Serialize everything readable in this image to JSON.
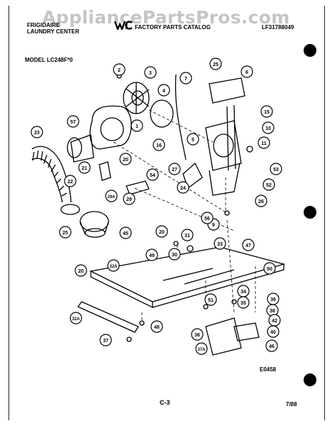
{
  "watermark": "AppliancePartsPros.com",
  "header": {
    "brand": "FRIGIDAIRE",
    "product": "LAUNDRY CENTER",
    "catalog": "FACTORY PARTS CATALOG",
    "catalog_number": "LF31788049",
    "model": "MODEL LC248F*0"
  },
  "callouts": [
    "2",
    "3",
    "4",
    "7",
    "25",
    "6",
    "5",
    "15",
    "10",
    "11",
    "57",
    "1",
    "16",
    "23",
    "20",
    "21",
    "54",
    "27",
    "53",
    "52",
    "26",
    "24",
    "22",
    "29A",
    "29",
    "25",
    "45",
    "20",
    "31",
    "9",
    "56",
    "33",
    "47",
    "49",
    "30",
    "32A",
    "20",
    "50",
    "34",
    "35",
    "36",
    "38",
    "42",
    "40",
    "51",
    "32A",
    "48",
    "36",
    "37",
    "37A",
    "46",
    "40"
  ],
  "footer": {
    "code": "E0458",
    "page": "C-3",
    "date": "7/88"
  }
}
